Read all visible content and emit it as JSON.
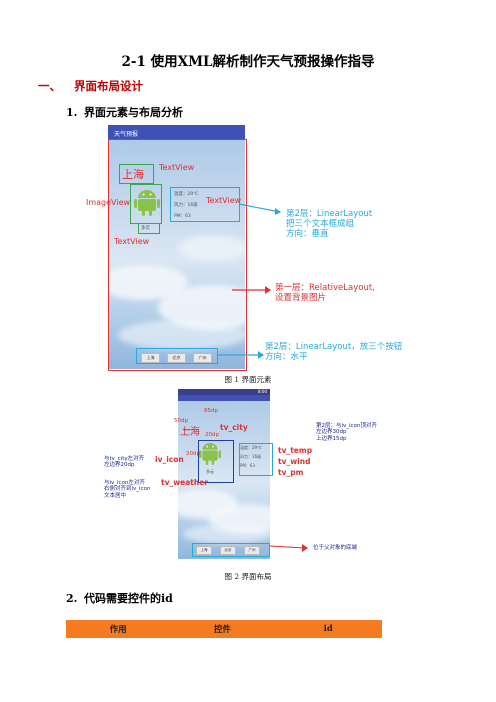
{
  "doc": {
    "title": "2-1  使用XML解析制作天气预报操作指导",
    "section1": {
      "num": "一、",
      "label": "界面布局设计"
    },
    "sub1": {
      "num": "1.",
      "label": "界面元素与布局分析"
    },
    "sub2": {
      "num": "2.",
      "label": "代码需要控件的id"
    },
    "fig1_caption": "图 1  界面元素",
    "fig2_caption": "图 2  界面布局"
  },
  "fig1": {
    "appbar_title": "天气预报",
    "city": "上海",
    "weather_lines": [
      "温度：29℃",
      "风力：16级",
      "PM：63"
    ],
    "weather_caption": "多云",
    "buttons": [
      "上海",
      "北京",
      "广州"
    ],
    "labels": {
      "textview_city": "TextView",
      "textview_info": "TextView",
      "imageview": "ImageView",
      "textview_weather": "TextView"
    },
    "annotations": {
      "layer2_vertical": [
        "第2层：LinearLayout",
        "把三个文本框成组",
        "方向：垂直"
      ],
      "layer1": [
        "第一层：RelativeLayout,",
        "设置背景图片"
      ],
      "layer2_horizontal": [
        "第2层：LinearLayout，放三个按钮",
        "方向：水平"
      ]
    }
  },
  "fig2": {
    "status_bar": "8:00",
    "city": "上海",
    "weather_lines": [
      "温度：29℃",
      "风力：16级",
      "PM：63"
    ],
    "weather_caption": "多云",
    "buttons": [
      "上海",
      "北京",
      "广州"
    ],
    "dims": {
      "top": "85dp",
      "left_city": "50dp",
      "top_icon": "20dp",
      "left_icon": "20dp"
    },
    "ids": {
      "tv_city": "tv_city",
      "iv_icon": "iv_icon",
      "tv_weather": "tv_weather",
      "tv_temp": "tv_temp",
      "tv_wind": "tv_wind",
      "tv_pm": "tv_pm"
    },
    "notes": {
      "left_a": [
        "与tv_city左对齐",
        "左边界20dp"
      ],
      "left_b": [
        "与iv_icon左对齐",
        "右侧对齐到iv_icon",
        "文本居中"
      ],
      "right": [
        "第2层：与iv_icon顶对齐",
        "左边界30dp",
        "上边界15dp"
      ],
      "bottom": "位于父对象的底端"
    }
  },
  "table": {
    "headers": [
      "作用",
      "控件",
      "id"
    ]
  },
  "colors": {
    "section_red": "#c00000",
    "annot_red": "#e03030",
    "annot_blue": "#29a8e0",
    "table_header": "#f47b20"
  }
}
